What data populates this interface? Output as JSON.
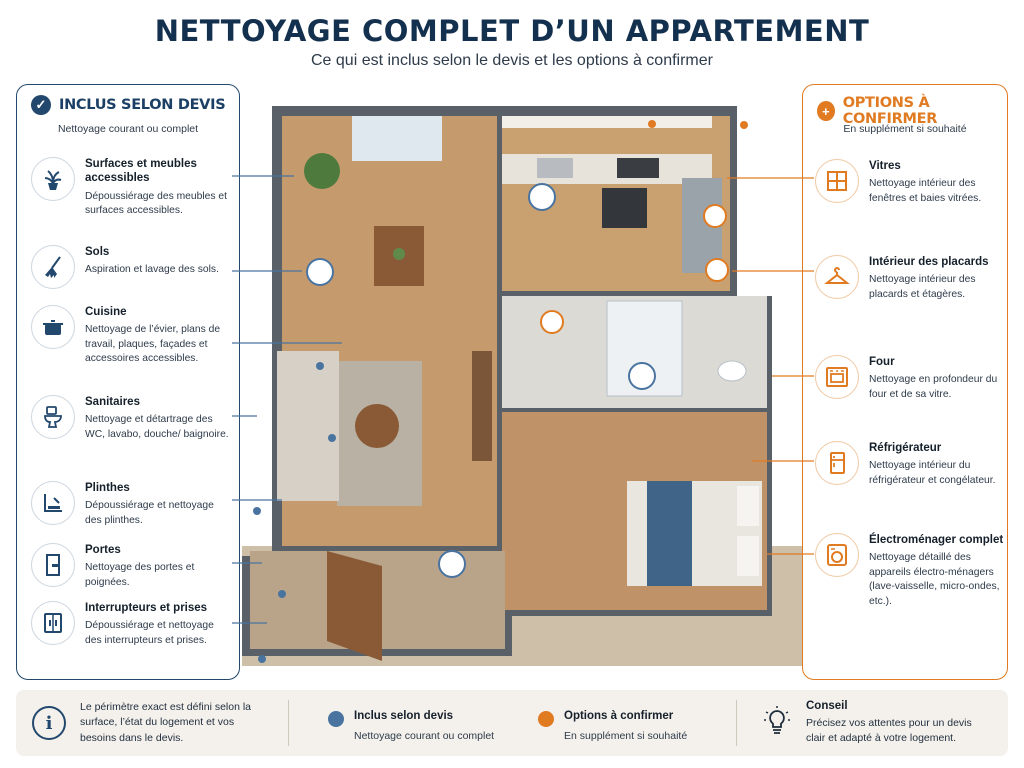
{
  "header": {
    "title": "NETTOYAGE COMPLET D’UN APPARTEMENT",
    "subtitle": "Ce qui est inclus selon le devis et les options à confirmer"
  },
  "colors": {
    "navy": "#23486e",
    "orange": "#e07b22",
    "cream": "#f4f1ec"
  },
  "left_panel": {
    "title": "INCLUS SELON DEVIS",
    "subtitle": "Nettoyage courant ou complet",
    "icon": "check-icon",
    "items": [
      {
        "title": "Surfaces et meubles accessibles",
        "desc": "Dépoussiérage des meubles et surfaces accessibles.",
        "icon": "plant-icon"
      },
      {
        "title": "Sols",
        "desc": "Aspiration et lavage des sols.",
        "icon": "broom-icon"
      },
      {
        "title": "Cuisine",
        "desc": "Nettoyage de l’évier, plans de travail, plaques, façades et accessoires accessibles.",
        "icon": "pot-icon"
      },
      {
        "title": "Sanitaires",
        "desc": "Nettoyage et détartrage des WC, lavabo, douche/ baignoire.",
        "icon": "toilet-icon"
      },
      {
        "title": "Plinthes",
        "desc": "Dépoussiérage et nettoyage des plinthes.",
        "icon": "baseboard-icon"
      },
      {
        "title": "Portes",
        "desc": "Nettoyage des portes et poignées.",
        "icon": "door-icon"
      },
      {
        "title": "Interrupteurs et prises",
        "desc": "Dépoussiérage et nettoyage des interrupteurs et prises.",
        "icon": "switch-icon"
      }
    ]
  },
  "right_panel": {
    "title": "OPTIONS À CONFIRMER",
    "subtitle": "En supplément si souhaité",
    "icon": "plus-icon",
    "items": [
      {
        "title": "Vitres",
        "desc": "Nettoyage intérieur des fenêtres et baies vitrées.",
        "icon": "window-icon"
      },
      {
        "title": "Intérieur des placards",
        "desc": "Nettoyage intérieur des placards et étagères.",
        "icon": "hanger-icon"
      },
      {
        "title": "Four",
        "desc": "Nettoyage en profondeur du four et de sa vitre.",
        "icon": "oven-icon"
      },
      {
        "title": "Réfrigérateur",
        "desc": "Nettoyage intérieur du réfrigérateur et congélateur.",
        "icon": "fridge-icon"
      },
      {
        "title": "Électroménager complet",
        "desc": "Nettoyage détaillé des appareils électro-ménagers (lave-vaisselle, micro-ondes, etc.).",
        "icon": "washer-icon"
      }
    ]
  },
  "footer": {
    "info_icon": "info-icon",
    "info_text": "Le périmètre exact est défini selon la surface, l’état du logement et vos besoins dans le devis.",
    "legend": [
      {
        "label": "Inclus selon devis",
        "desc": "Nettoyage courant ou complet",
        "color": "#4a74a0"
      },
      {
        "label": "Options à confirmer",
        "desc": "En supplément si souhaité",
        "color": "#e07b22"
      }
    ],
    "tip_icon": "lightbulb-icon",
    "tip_title": "Conseil",
    "tip_text": "Précisez vos attentes pour un devis clair et adapté à votre logement."
  }
}
